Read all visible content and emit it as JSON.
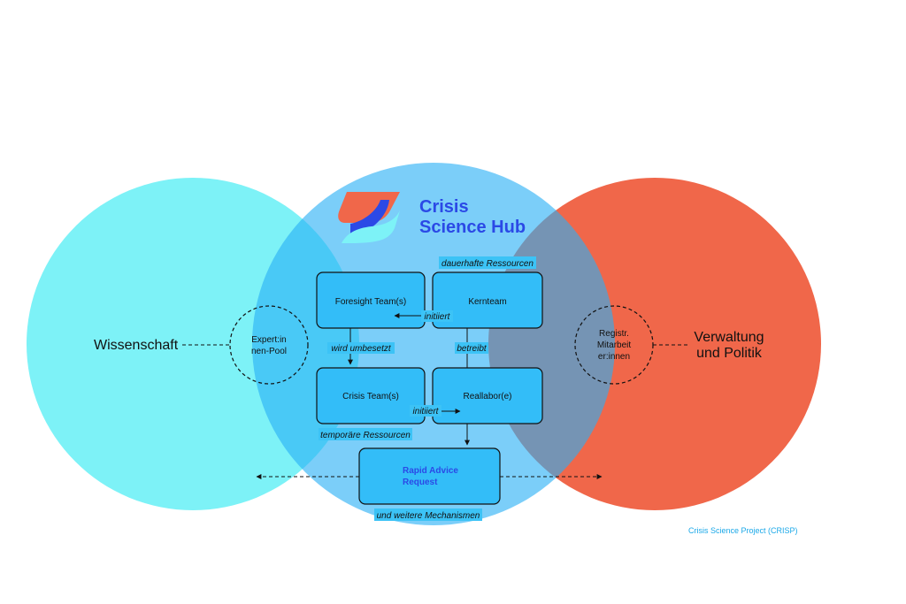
{
  "logo": {
    "line1": "Crisis",
    "line2": "Science Hub"
  },
  "left_circle": {
    "label": "Wissenschaft",
    "pool_line1": "Expert:in",
    "pool_line2": "nen-Pool"
  },
  "right_circle": {
    "label_line1": "Verwaltung",
    "label_line2": "und Politik",
    "reg_line1": "Registr.",
    "reg_line2": "Mitarbeit",
    "reg_line3": "er:innen"
  },
  "boxes": {
    "foresight": "Foresight Team(s)",
    "kernteam": "Kernteam",
    "crisis_team": "Crisis Team(s)",
    "reallabor": "Reallabor(e)",
    "rapid_line1": "Rapid Advice",
    "rapid_line2": "Request"
  },
  "tags": {
    "dauerhafte": "dauerhafte Ressourcen",
    "initiiert_top": "initiiert",
    "wird_umbesetzt": "wird umbesetzt",
    "betreibt": "betreibt",
    "initiiert_bottom": "initiiert",
    "temporaere": "temporäre Ressourcen",
    "weitere": "und weitere Mechanismen"
  },
  "footer": "Crisis Science Project (CRISP)",
  "colors": {
    "left_circle": "#7df2f7",
    "center_circle": "#2ab0f5",
    "right_circle": "#f0674a",
    "box_fill": "#33bdf8",
    "tag_bg": "#3cc3f6",
    "logo_text": "#2b49e6",
    "footer_text": "#1aa8e8"
  }
}
